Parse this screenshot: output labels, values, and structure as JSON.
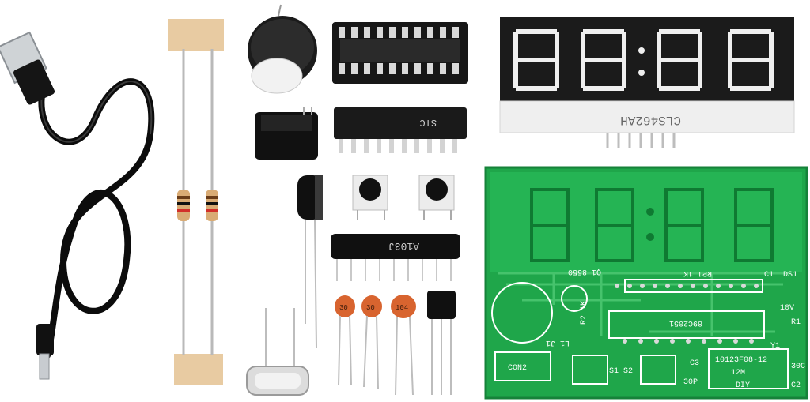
{
  "display": {
    "part_number": "CLS462AH"
  },
  "microcontroller": {
    "marking": "STC"
  },
  "resistor_network": {
    "marking": "A103J"
  },
  "capacitors": {
    "ceramic_1": "30",
    "ceramic_2": "30",
    "ceramic_3": "104"
  },
  "electrolytic": {
    "marking": "10V"
  },
  "pcb": {
    "labels": {
      "q1": "Q1 8550",
      "rp": "RP1 1K",
      "c1": "C1",
      "ds1": "DS1",
      "chip": "89C2051",
      "j1": "L1 J1",
      "r2": "R2 1K",
      "con2": "CON2",
      "s1s2": "S1 S2",
      "c3": "C3",
      "cap30p": "30P",
      "y1": "Y1",
      "freq": "12M",
      "diy": "DIY",
      "r1": "R1",
      "c2": "C2",
      "c30": "30C",
      "kit": "10123F08-12"
    }
  },
  "colors": {
    "pcb_green": "#1fa64a",
    "led_red": "#e03b1f",
    "display_body": "#1b1b1b"
  }
}
